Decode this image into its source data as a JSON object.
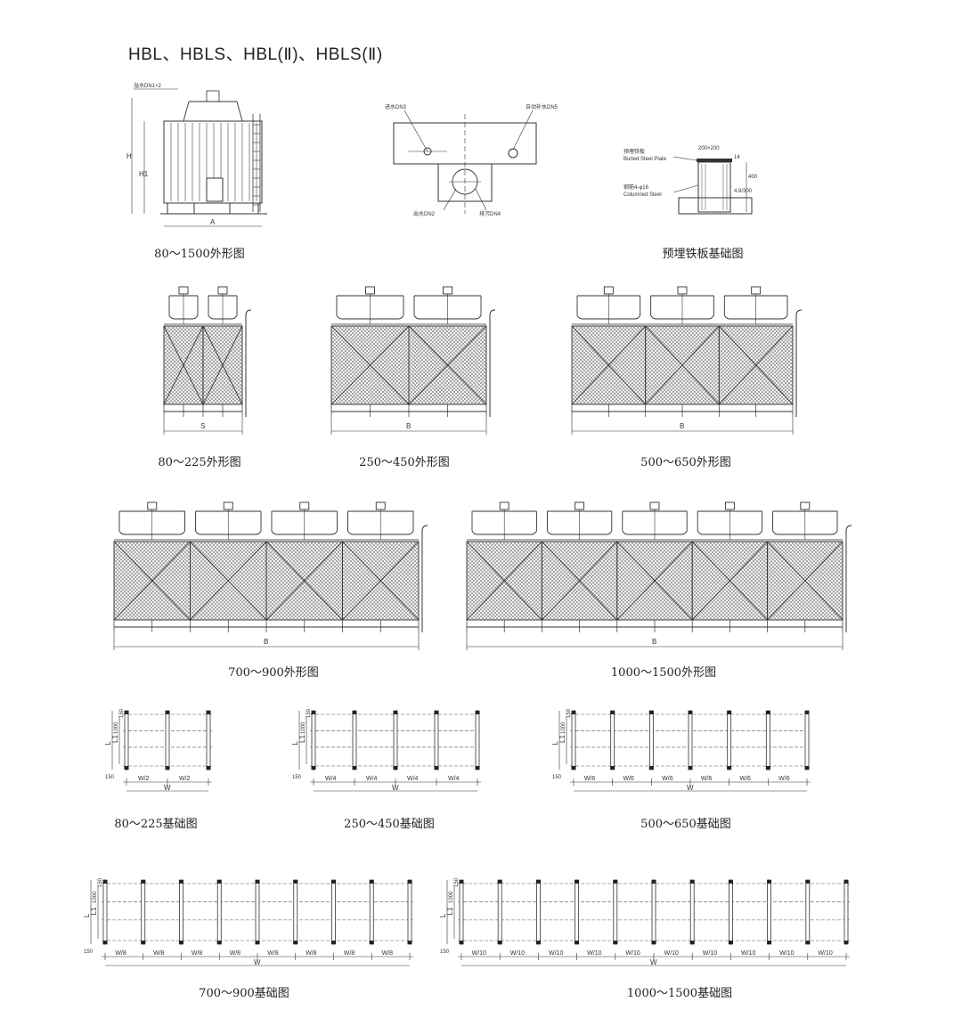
{
  "title": "HBL、HBLS、HBL(Ⅱ)、HBLS(Ⅱ)",
  "captions": {
    "outline_80_1500": "80～1500外形图",
    "embedded_plate": "预埋铁板基础图",
    "outline_80_225": "80～225外形图",
    "outline_250_450": "250～450外形图",
    "outline_500_650": "500～650外形图",
    "outline_700_900": "700～900外形图",
    "outline_1000_1500": "1000～1500外形图",
    "foundation_80_225": "80～225基础图",
    "foundation_250_450": "250～450基础图",
    "foundation_500_650": "500～650基础图",
    "foundation_700_900": "700～900基础图",
    "foundation_1000_1500": "1000～1500基础图"
  },
  "labels": {
    "overflow": "溢水DN1×2",
    "H": "H",
    "H1": "H1",
    "A": "A",
    "B": "B",
    "S": "S",
    "inlet": "进水DN3",
    "auto_makeup": "自动补水DN5",
    "outlet": "出水DN2",
    "drain": "排污DN4",
    "buried_plate_cn": "预埋铁板",
    "buried_plate_en": "Buried Steel Plate",
    "rebar_cn": "钢筋4-φ16",
    "rebar_en": "Columned Steel",
    "plate_size": "200×200",
    "dim_14": "14",
    "dim_400": "400",
    "dim_480": "4.8/300",
    "L": "L",
    "L1": "L1",
    "dim_1000": "1000",
    "dim_150": "150",
    "W": "W",
    "W2": "W/2",
    "W4": "W/4",
    "W6": "W/6",
    "W8": "W/8",
    "W10": "W/10"
  }
}
